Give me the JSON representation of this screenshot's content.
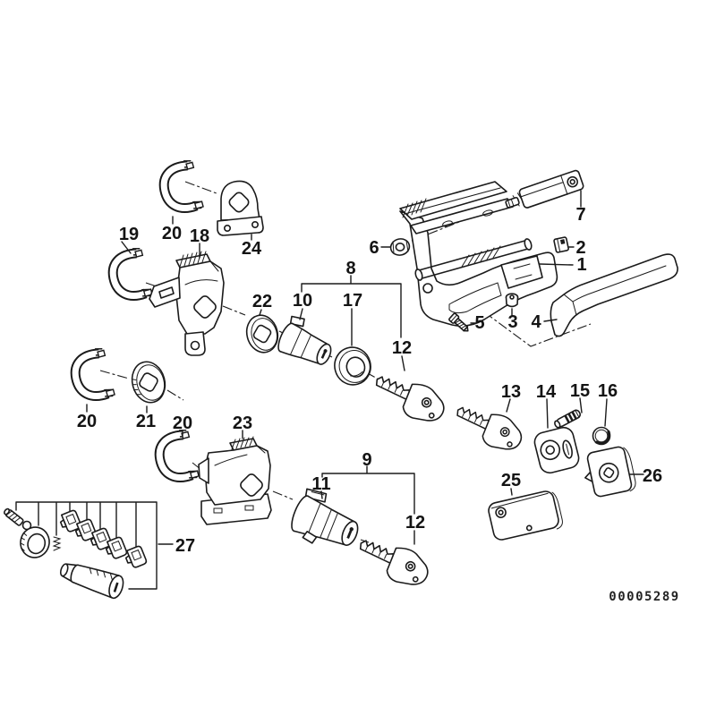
{
  "diagram": {
    "code": "00005289",
    "labels": {
      "l1": "1",
      "l2": "2",
      "l3": "3",
      "l4": "4",
      "l5": "5",
      "l6": "6",
      "l7": "7",
      "l8": "8",
      "l9": "9",
      "l10": "10",
      "l11": "11",
      "l12": "12",
      "l13": "13",
      "l14": "14",
      "l15": "15",
      "l16": "16",
      "l17": "17",
      "l18": "18",
      "l19": "19",
      "l20": "20",
      "l21": "21",
      "l22": "22",
      "l23": "23",
      "l24": "24",
      "l25": "25",
      "l26": "26",
      "l27": "27"
    }
  }
}
